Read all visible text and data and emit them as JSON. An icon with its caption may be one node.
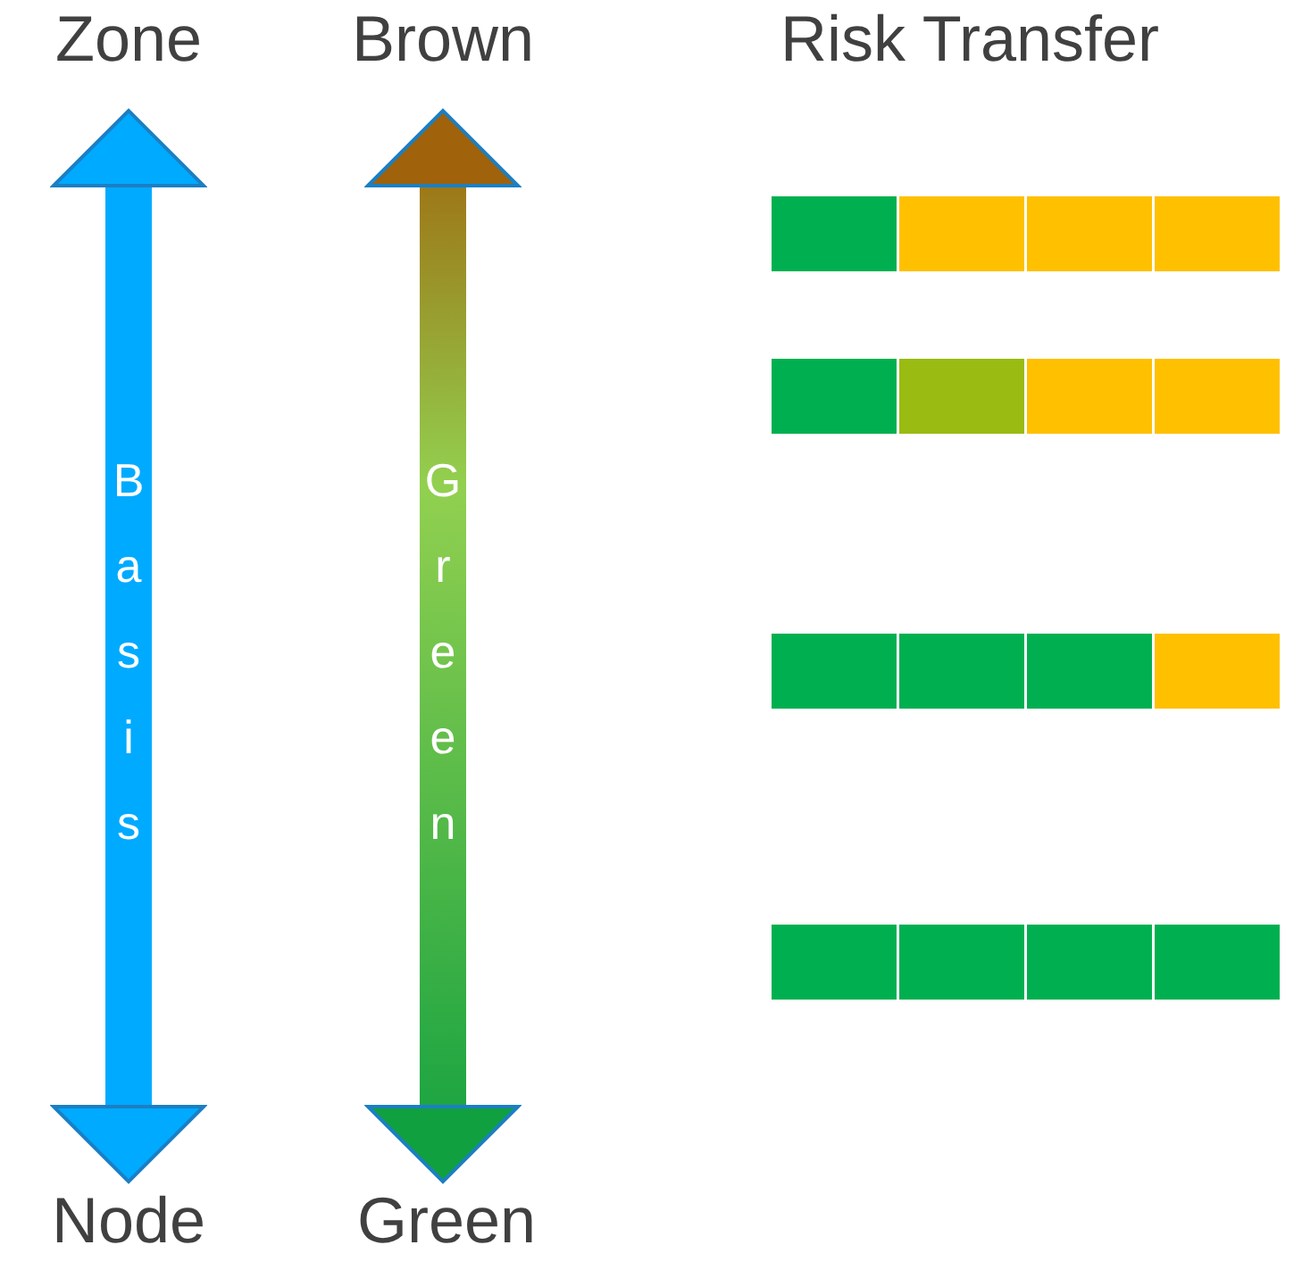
{
  "diagram": {
    "nodes": [
      {
        "text": [
          "Zone"
        ]
      },
      {
        "text": [
          "Brown"
        ]
      },
      {
        "text": [
          "Node"
        ]
      },
      {
        "text": [
          "Green"
        ]
      }
    ],
    "edges": [
      {
        "from": 0,
        "to": 2,
        "arrow": "both",
        "label": "Basis",
        "style": "thick"
      },
      {
        "from": 1,
        "to": 3,
        "arrow": "both",
        "label": "Green",
        "style": "thick"
      }
    ],
    "labels": [
      "Risk Transfer"
    ]
  }
}
